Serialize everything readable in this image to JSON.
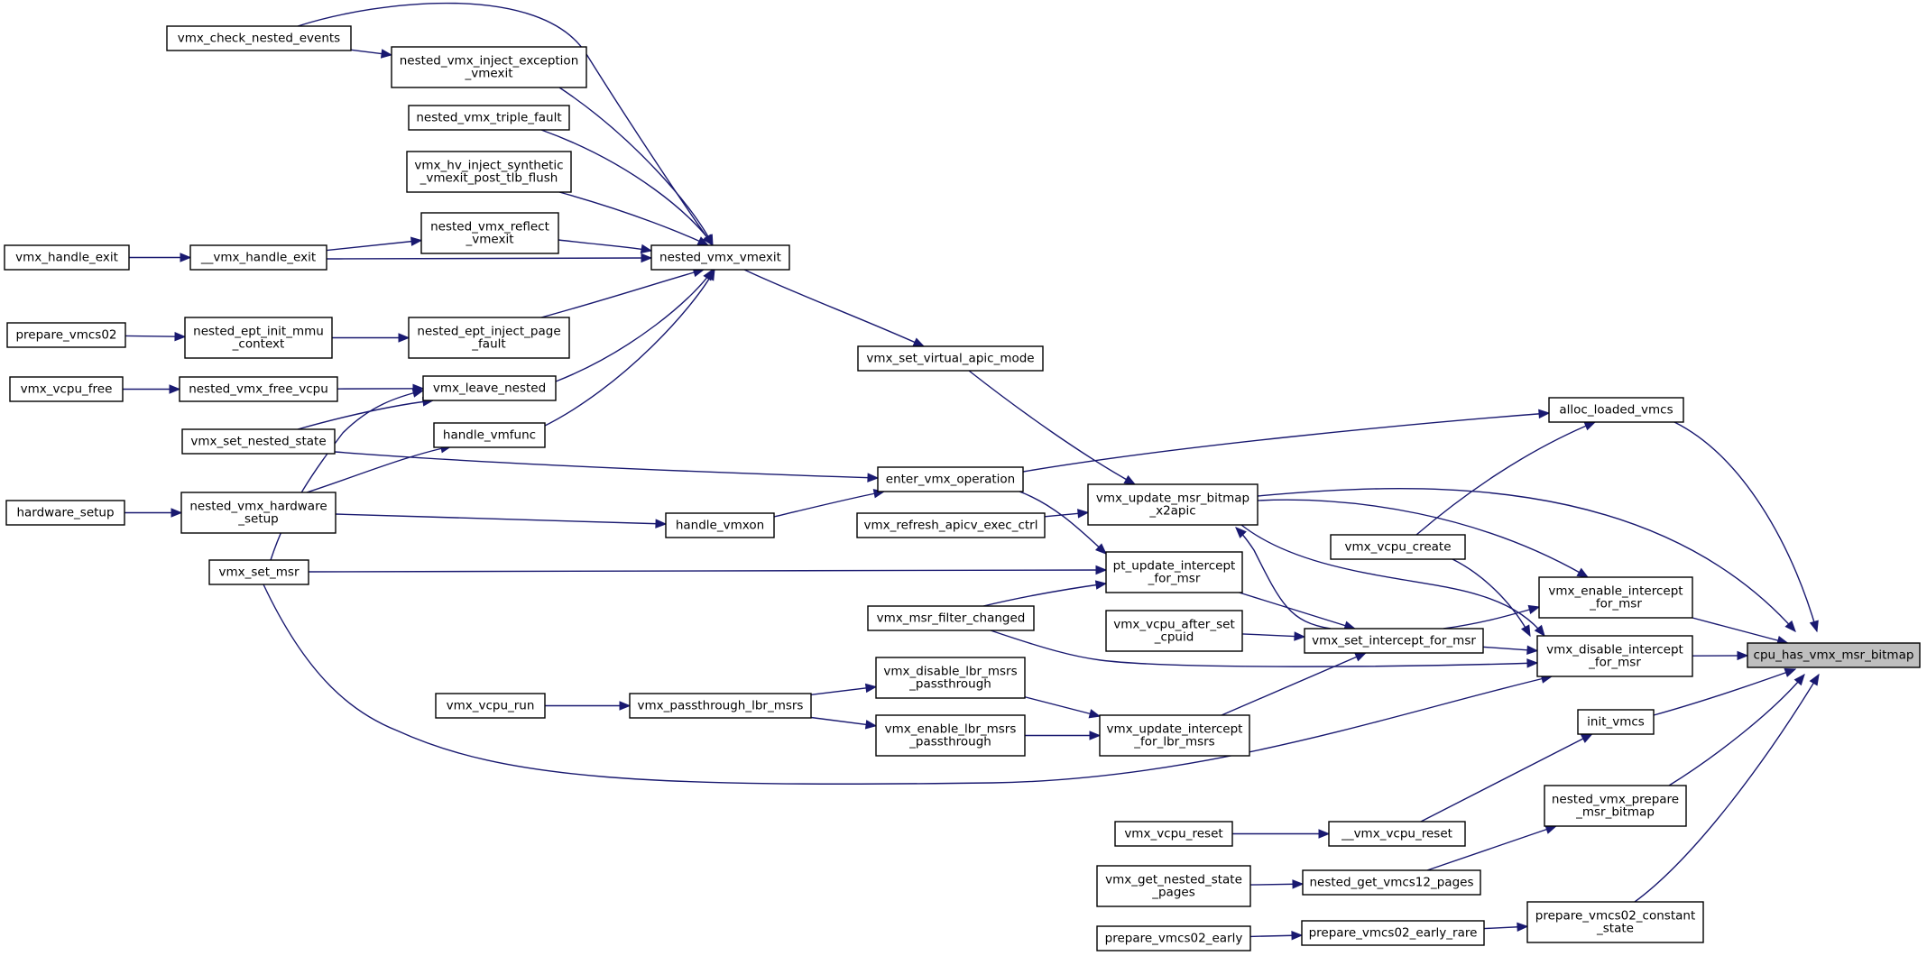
{
  "graph": {
    "title": "",
    "root": "cpu_has_vmx_msr_bitmap",
    "colors": {
      "edge": "#191970",
      "node_border": "#000000",
      "root_fill": "#bfbfbf",
      "node_fill": "#ffffff"
    },
    "nodes": [
      {
        "id": "cpu_has_vmx_msr_bitmap",
        "lines": [
          "cpu_has_vmx_msr_bitmap"
        ],
        "root": true
      },
      {
        "id": "alloc_loaded_vmcs",
        "lines": [
          "alloc_loaded_vmcs"
        ]
      },
      {
        "id": "vmx_enable_intercept_for_msr",
        "lines": [
          "vmx_enable_intercept",
          "_for_msr"
        ]
      },
      {
        "id": "vmx_disable_intercept_for_msr",
        "lines": [
          "vmx_disable_intercept",
          "_for_msr"
        ]
      },
      {
        "id": "init_vmcs",
        "lines": [
          "init_vmcs"
        ]
      },
      {
        "id": "nested_vmx_prepare_msr_bitmap",
        "lines": [
          "nested_vmx_prepare",
          "_msr_bitmap"
        ]
      },
      {
        "id": "prepare_vmcs02_constant_state",
        "lines": [
          "prepare_vmcs02_constant",
          "_state"
        ]
      },
      {
        "id": "vmx_update_msr_bitmap_x2apic",
        "lines": [
          "vmx_update_msr_bitmap",
          "_x2apic"
        ]
      },
      {
        "id": "vmx_vcpu_create",
        "lines": [
          "vmx_vcpu_create"
        ]
      },
      {
        "id": "vmx_set_intercept_for_msr",
        "lines": [
          "vmx_set_intercept_for_msr"
        ]
      },
      {
        "id": "__vmx_vcpu_reset",
        "lines": [
          "__vmx_vcpu_reset"
        ]
      },
      {
        "id": "nested_get_vmcs12_pages",
        "lines": [
          "nested_get_vmcs12_pages"
        ]
      },
      {
        "id": "prepare_vmcs02_early_rare",
        "lines": [
          "prepare_vmcs02_early_rare"
        ]
      },
      {
        "id": "vmx_set_virtual_apic_mode",
        "lines": [
          "vmx_set_virtual_apic_mode"
        ]
      },
      {
        "id": "enter_vmx_operation",
        "lines": [
          "enter_vmx_operation"
        ]
      },
      {
        "id": "vmx_refresh_apicv_exec_ctrl",
        "lines": [
          "vmx_refresh_apicv_exec_ctrl"
        ]
      },
      {
        "id": "pt_update_intercept_for_msr",
        "lines": [
          "pt_update_intercept",
          "_for_msr"
        ]
      },
      {
        "id": "vmx_msr_filter_changed",
        "lines": [
          "vmx_msr_filter_changed"
        ]
      },
      {
        "id": "vmx_vcpu_after_set_cpuid",
        "lines": [
          "vmx_vcpu_after_set",
          "_cpuid"
        ]
      },
      {
        "id": "vmx_update_intercept_for_lbr_msrs",
        "lines": [
          "vmx_update_intercept",
          "_for_lbr_msrs"
        ]
      },
      {
        "id": "vmx_vcpu_reset",
        "lines": [
          "vmx_vcpu_reset"
        ]
      },
      {
        "id": "vmx_get_nested_state_pages",
        "lines": [
          "vmx_get_nested_state",
          "_pages"
        ]
      },
      {
        "id": "prepare_vmcs02_early",
        "lines": [
          "prepare_vmcs02_early"
        ]
      },
      {
        "id": "nested_vmx_vmexit",
        "lines": [
          "nested_vmx_vmexit"
        ]
      },
      {
        "id": "handle_vmxon",
        "lines": [
          "handle_vmxon"
        ]
      },
      {
        "id": "vmx_disable_lbr_msrs_passthrough",
        "lines": [
          "vmx_disable_lbr_msrs",
          "_passthrough"
        ]
      },
      {
        "id": "vmx_enable_lbr_msrs_passthrough",
        "lines": [
          "vmx_enable_lbr_msrs",
          "_passthrough"
        ]
      },
      {
        "id": "vmx_passthrough_lbr_msrs",
        "lines": [
          "vmx_passthrough_lbr_msrs"
        ]
      },
      {
        "id": "vmx_vcpu_run",
        "lines": [
          "vmx_vcpu_run"
        ]
      },
      {
        "id": "nested_vmx_inject_exception_vmexit",
        "lines": [
          "nested_vmx_inject_exception",
          "_vmexit"
        ]
      },
      {
        "id": "nested_vmx_triple_fault",
        "lines": [
          "nested_vmx_triple_fault"
        ]
      },
      {
        "id": "vmx_hv_inject_synthetic_vmexit_post_tlb_flush",
        "lines": [
          "vmx_hv_inject_synthetic",
          "_vmexit_post_tlb_flush"
        ]
      },
      {
        "id": "nested_vmx_reflect_vmexit",
        "lines": [
          "nested_vmx_reflect",
          "_vmexit"
        ]
      },
      {
        "id": "nested_ept_inject_page_fault",
        "lines": [
          "nested_ept_inject_page",
          "_fault"
        ]
      },
      {
        "id": "vmx_leave_nested",
        "lines": [
          "vmx_leave_nested"
        ]
      },
      {
        "id": "handle_vmfunc",
        "lines": [
          "handle_vmfunc"
        ]
      },
      {
        "id": "vmx_check_nested_events",
        "lines": [
          "vmx_check_nested_events"
        ]
      },
      {
        "id": "__vmx_handle_exit",
        "lines": [
          "__vmx_handle_exit"
        ]
      },
      {
        "id": "nested_ept_init_mmu_context",
        "lines": [
          "nested_ept_init_mmu",
          "_context"
        ]
      },
      {
        "id": "nested_vmx_free_vcpu",
        "lines": [
          "nested_vmx_free_vcpu"
        ]
      },
      {
        "id": "vmx_set_nested_state",
        "lines": [
          "vmx_set_nested_state"
        ]
      },
      {
        "id": "nested_vmx_hardware_setup",
        "lines": [
          "nested_vmx_hardware",
          "_setup"
        ]
      },
      {
        "id": "vmx_set_msr",
        "lines": [
          "vmx_set_msr"
        ]
      },
      {
        "id": "vmx_handle_exit",
        "lines": [
          "vmx_handle_exit"
        ]
      },
      {
        "id": "prepare_vmcs02",
        "lines": [
          "prepare_vmcs02"
        ]
      },
      {
        "id": "vmx_vcpu_free",
        "lines": [
          "vmx_vcpu_free"
        ]
      },
      {
        "id": "hardware_setup",
        "lines": [
          "hardware_setup"
        ]
      }
    ],
    "edges": [
      {
        "from": "alloc_loaded_vmcs",
        "to": "cpu_has_vmx_msr_bitmap"
      },
      {
        "from": "vmx_enable_intercept_for_msr",
        "to": "cpu_has_vmx_msr_bitmap"
      },
      {
        "from": "vmx_disable_intercept_for_msr",
        "to": "cpu_has_vmx_msr_bitmap"
      },
      {
        "from": "init_vmcs",
        "to": "cpu_has_vmx_msr_bitmap"
      },
      {
        "from": "nested_vmx_prepare_msr_bitmap",
        "to": "cpu_has_vmx_msr_bitmap"
      },
      {
        "from": "prepare_vmcs02_constant_state",
        "to": "cpu_has_vmx_msr_bitmap"
      },
      {
        "from": "vmx_update_msr_bitmap_x2apic",
        "to": "cpu_has_vmx_msr_bitmap"
      },
      {
        "from": "vmx_vcpu_create",
        "to": "alloc_loaded_vmcs"
      },
      {
        "from": "enter_vmx_operation",
        "to": "alloc_loaded_vmcs"
      },
      {
        "from": "vmx_set_intercept_for_msr",
        "to": "vmx_enable_intercept_for_msr"
      },
      {
        "from": "vmx_update_msr_bitmap_x2apic",
        "to": "vmx_enable_intercept_for_msr"
      },
      {
        "from": "vmx_set_intercept_for_msr",
        "to": "vmx_disable_intercept_for_msr"
      },
      {
        "from": "vmx_update_msr_bitmap_x2apic",
        "to": "vmx_disable_intercept_for_msr"
      },
      {
        "from": "vmx_vcpu_create",
        "to": "vmx_disable_intercept_for_msr"
      },
      {
        "from": "vmx_msr_filter_changed",
        "to": "vmx_disable_intercept_for_msr"
      },
      {
        "from": "vmx_set_msr",
        "to": "vmx_disable_intercept_for_msr"
      },
      {
        "from": "__vmx_vcpu_reset",
        "to": "init_vmcs"
      },
      {
        "from": "nested_get_vmcs12_pages",
        "to": "nested_vmx_prepare_msr_bitmap"
      },
      {
        "from": "prepare_vmcs02_early_rare",
        "to": "prepare_vmcs02_constant_state"
      },
      {
        "from": "vmx_set_virtual_apic_mode",
        "to": "vmx_update_msr_bitmap_x2apic"
      },
      {
        "from": "vmx_refresh_apicv_exec_ctrl",
        "to": "vmx_update_msr_bitmap_x2apic"
      },
      {
        "from": "vmx_set_intercept_for_msr",
        "to": "vmx_update_msr_bitmap_x2apic"
      },
      {
        "from": "pt_update_intercept_for_msr",
        "to": "vmx_set_intercept_for_msr"
      },
      {
        "from": "vmx_vcpu_after_set_cpuid",
        "to": "vmx_set_intercept_for_msr"
      },
      {
        "from": "vmx_update_intercept_for_lbr_msrs",
        "to": "vmx_set_intercept_for_msr"
      },
      {
        "from": "vmx_vcpu_reset",
        "to": "__vmx_vcpu_reset"
      },
      {
        "from": "vmx_get_nested_state_pages",
        "to": "nested_get_vmcs12_pages"
      },
      {
        "from": "prepare_vmcs02_early",
        "to": "prepare_vmcs02_early_rare"
      },
      {
        "from": "nested_vmx_vmexit",
        "to": "vmx_set_virtual_apic_mode"
      },
      {
        "from": "handle_vmxon",
        "to": "enter_vmx_operation"
      },
      {
        "from": "vmx_set_nested_state",
        "to": "enter_vmx_operation"
      },
      {
        "from": "enter_vmx_operation",
        "to": "pt_update_intercept_for_msr"
      },
      {
        "from": "vmx_msr_filter_changed",
        "to": "pt_update_intercept_for_msr"
      },
      {
        "from": "vmx_set_msr",
        "to": "pt_update_intercept_for_msr"
      },
      {
        "from": "vmx_disable_lbr_msrs_passthrough",
        "to": "vmx_update_intercept_for_lbr_msrs"
      },
      {
        "from": "vmx_enable_lbr_msrs_passthrough",
        "to": "vmx_update_intercept_for_lbr_msrs"
      },
      {
        "from": "vmx_passthrough_lbr_msrs",
        "to": "vmx_disable_lbr_msrs_passthrough"
      },
      {
        "from": "vmx_passthrough_lbr_msrs",
        "to": "vmx_enable_lbr_msrs_passthrough"
      },
      {
        "from": "vmx_vcpu_run",
        "to": "vmx_passthrough_lbr_msrs"
      },
      {
        "from": "nested_vmx_hardware_setup",
        "to": "handle_vmxon"
      },
      {
        "from": "nested_vmx_inject_exception_vmexit",
        "to": "nested_vmx_vmexit"
      },
      {
        "from": "nested_vmx_triple_fault",
        "to": "nested_vmx_vmexit"
      },
      {
        "from": "vmx_hv_inject_synthetic_vmexit_post_tlb_flush",
        "to": "nested_vmx_vmexit"
      },
      {
        "from": "nested_vmx_reflect_vmexit",
        "to": "nested_vmx_vmexit"
      },
      {
        "from": "__vmx_handle_exit",
        "to": "nested_vmx_vmexit"
      },
      {
        "from": "nested_ept_inject_page_fault",
        "to": "nested_vmx_vmexit"
      },
      {
        "from": "vmx_leave_nested",
        "to": "nested_vmx_vmexit"
      },
      {
        "from": "handle_vmfunc",
        "to": "nested_vmx_vmexit"
      },
      {
        "from": "vmx_check_nested_events",
        "to": "nested_vmx_vmexit"
      },
      {
        "from": "vmx_check_nested_events",
        "to": "nested_vmx_inject_exception_vmexit"
      },
      {
        "from": "__vmx_handle_exit",
        "to": "nested_vmx_reflect_vmexit"
      },
      {
        "from": "nested_ept_init_mmu_context",
        "to": "nested_ept_inject_page_fault"
      },
      {
        "from": "nested_vmx_free_vcpu",
        "to": "vmx_leave_nested"
      },
      {
        "from": "vmx_set_nested_state",
        "to": "vmx_leave_nested"
      },
      {
        "from": "vmx_set_msr",
        "to": "vmx_leave_nested"
      },
      {
        "from": "nested_vmx_hardware_setup",
        "to": "handle_vmfunc"
      },
      {
        "from": "vmx_handle_exit",
        "to": "__vmx_handle_exit"
      },
      {
        "from": "prepare_vmcs02",
        "to": "nested_ept_init_mmu_context"
      },
      {
        "from": "vmx_vcpu_free",
        "to": "nested_vmx_free_vcpu"
      },
      {
        "from": "hardware_setup",
        "to": "nested_vmx_hardware_setup"
      }
    ]
  }
}
